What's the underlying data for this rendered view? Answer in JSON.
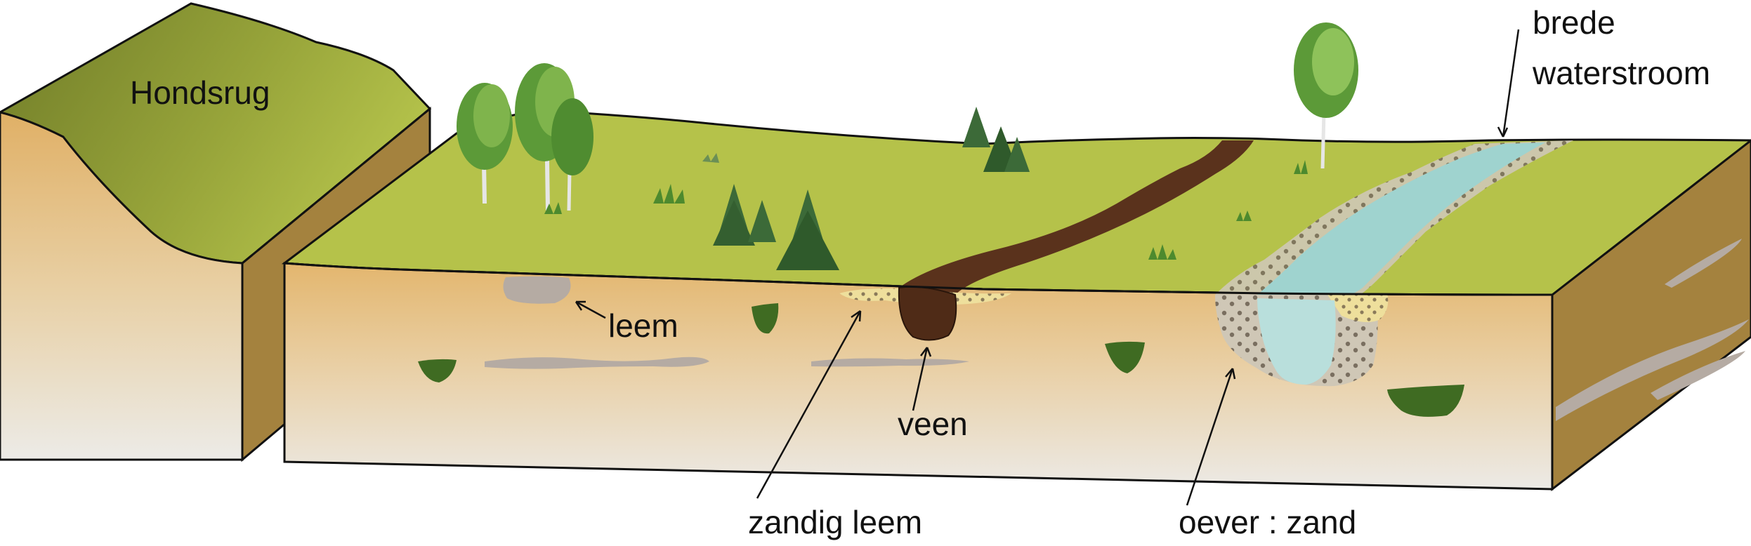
{
  "labels": {
    "hondsrug": "Hondsrug",
    "brede_line1": "brede",
    "brede_line2": "waterstroom",
    "leem": "leem",
    "veen": "veen",
    "zandig_leem": "zandig leem",
    "oever": "oever : zand"
  },
  "colors": {
    "grass": "#b5c24a",
    "hill_dark": "#7e8a2e",
    "soil_top": "#e3b874",
    "soil_bottom": "#eceae4",
    "side_face": "#a4823e",
    "peat": "#4f2b17",
    "water": "#9fd3cf",
    "clay": "#b5aba3",
    "moss": "#3f6b22",
    "tree_conifer": "#3c6a38",
    "tree_birch": "#6aa63c"
  },
  "icons": [
    "birch-tree-icon",
    "conifer-tree-icon",
    "grass-tuft-icon"
  ]
}
